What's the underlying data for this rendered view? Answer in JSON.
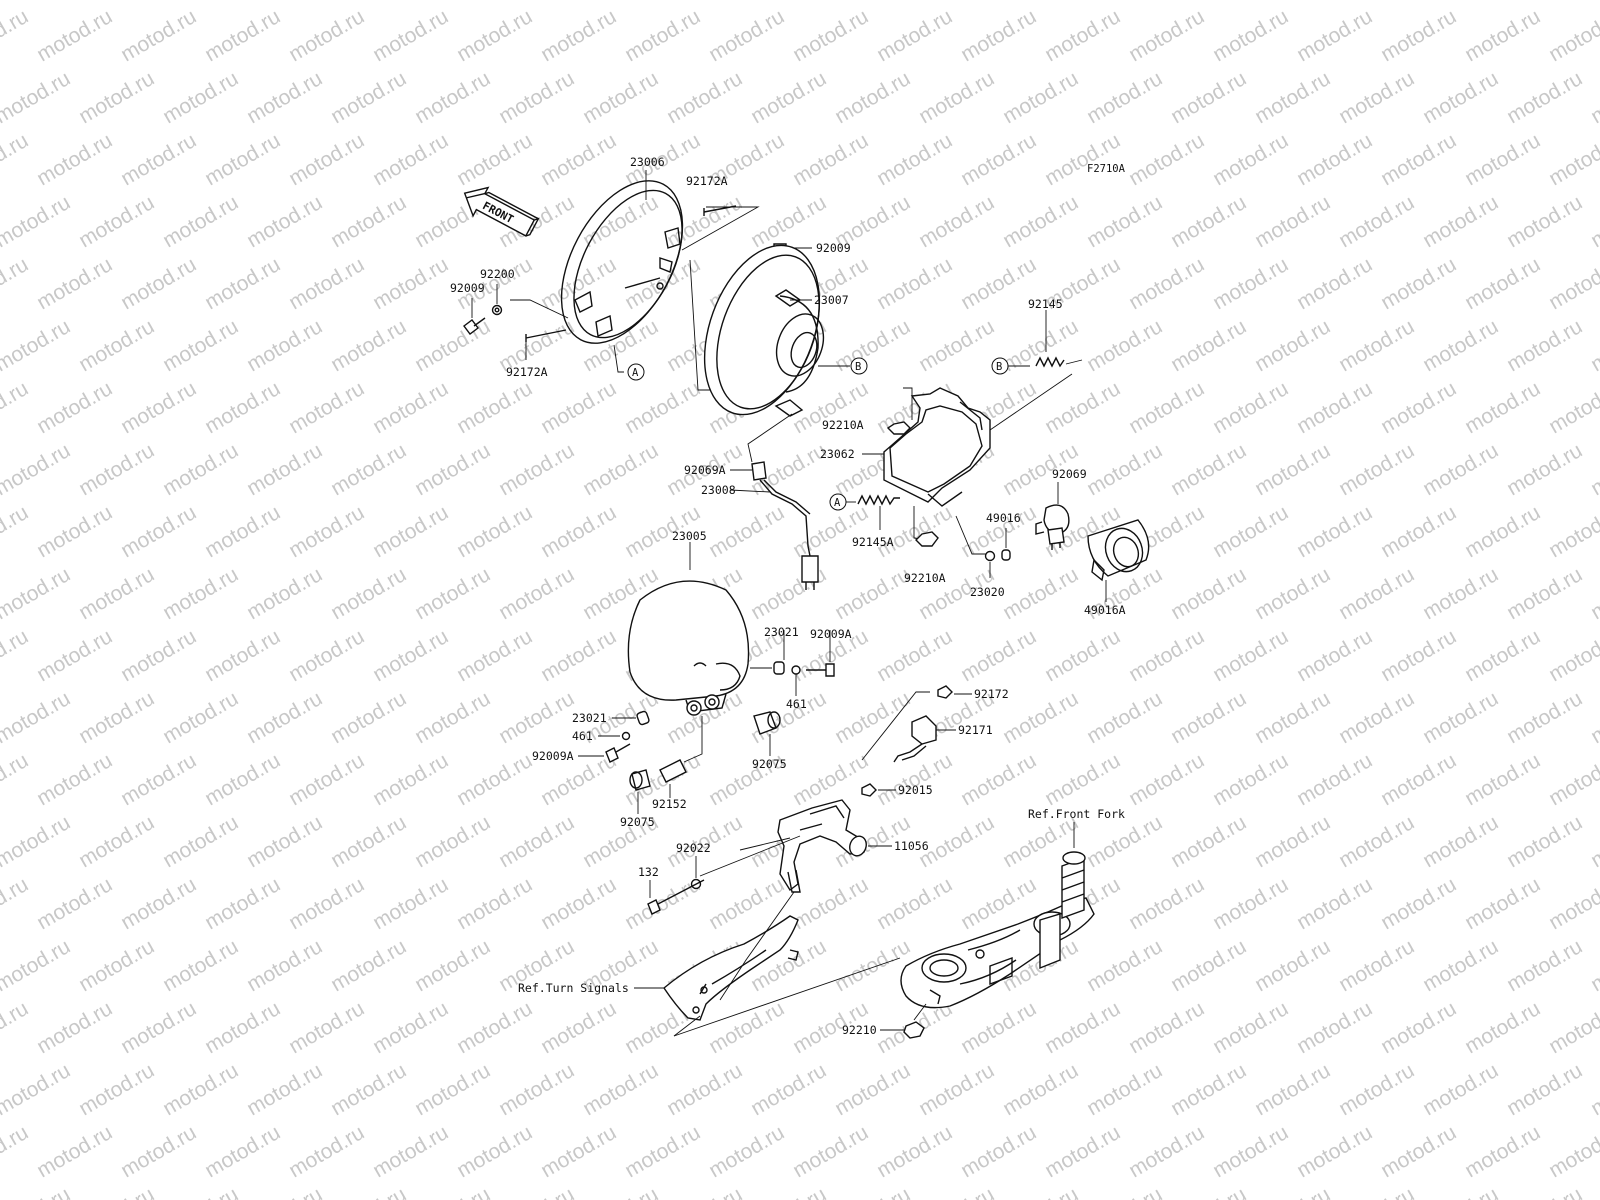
{
  "figure_code": "F2710A",
  "front_arrow_text": "FRONT",
  "watermark_text": "motod.ru",
  "ref_markers": {
    "a": "A",
    "b": "B"
  },
  "callouts": {
    "p23006": "23006",
    "p92172A_top": "92172A",
    "p92009_top": "92009",
    "p92200": "92200",
    "p92009_left": "92009",
    "p92172A_left": "92172A",
    "p23007": "23007",
    "p92145": "92145",
    "p92210A_top": "92210A",
    "p23062": "23062",
    "p92069A": "92069A",
    "p23008": "23008",
    "p92069": "92069",
    "p49016": "49016",
    "p92145A": "92145A",
    "p92210A_bottom": "92210A",
    "p23020": "23020",
    "p49016A": "49016A",
    "p23005": "23005",
    "p23021_right": "23021",
    "p92009A_right": "92009A",
    "p461_right": "461",
    "p23021_left": "23021",
    "p461_left": "461",
    "p92009A_left": "92009A",
    "p92075_right": "92075",
    "p92152": "92152",
    "p92075_left": "92075",
    "p92172": "92172",
    "p92171": "92171",
    "p92015": "92015",
    "p11056": "11056",
    "p92022": "92022",
    "p132": "132",
    "p92210": "92210",
    "ref_front_fork": "Ref.Front Fork",
    "ref_turn_signals": "Ref.Turn Signals"
  }
}
